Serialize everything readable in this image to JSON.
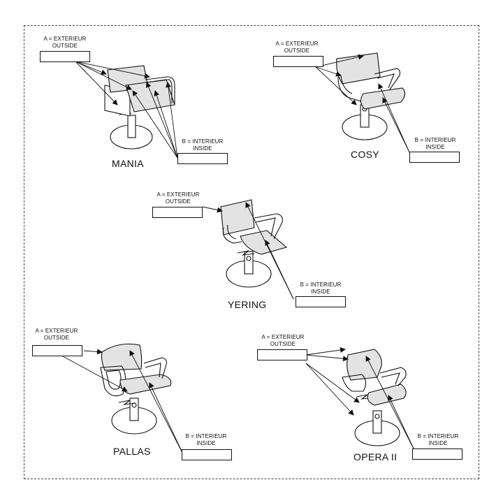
{
  "chairs": [
    {
      "name": "MANIA",
      "outside_label": "A = EXTERIEUR",
      "outside_sub": "OUTSIDE",
      "inside_label": "B = INTERIEUR",
      "inside_sub": "INSIDE"
    },
    {
      "name": "COSY",
      "outside_label": "A = EXTERIEUR",
      "outside_sub": "OUTSIDE",
      "inside_label": "B = INTERIEUR",
      "inside_sub": "INSIDE"
    },
    {
      "name": "YERING",
      "outside_label": "A = EXTERIEUR",
      "outside_sub": "OUTSIDE",
      "inside_label": "B = INTERIEUR",
      "inside_sub": "INSIDE"
    },
    {
      "name": "PALLAS",
      "outside_label": "A = EXTERIEUR",
      "outside_sub": "OUTSIDE",
      "inside_label": "B = INTERIEUR",
      "inside_sub": "INSIDE"
    },
    {
      "name": "OPERA II",
      "outside_label": "A = EXTERIEUR",
      "outside_sub": "OUTSIDE",
      "inside_label": "B = INTERIEUR",
      "inside_sub": "INSIDE"
    }
  ]
}
